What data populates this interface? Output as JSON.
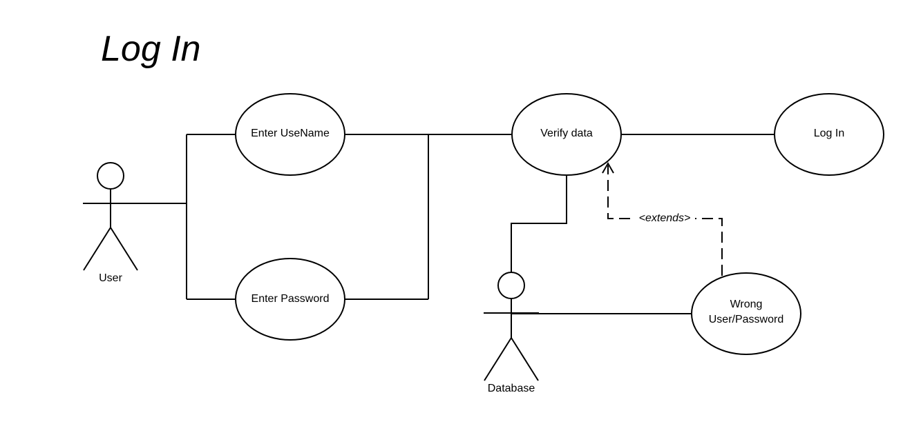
{
  "diagram": {
    "title": "Log In",
    "actors": {
      "user": "User",
      "database": "Database"
    },
    "use_cases": {
      "enter_username": "Enter UseName",
      "enter_password": "Enter Password",
      "verify_data": "Verify data",
      "log_in": "Log In",
      "wrong_line1": "Wrong",
      "wrong_line2": "User/Password"
    },
    "relations": {
      "extends": "<extends>"
    }
  }
}
